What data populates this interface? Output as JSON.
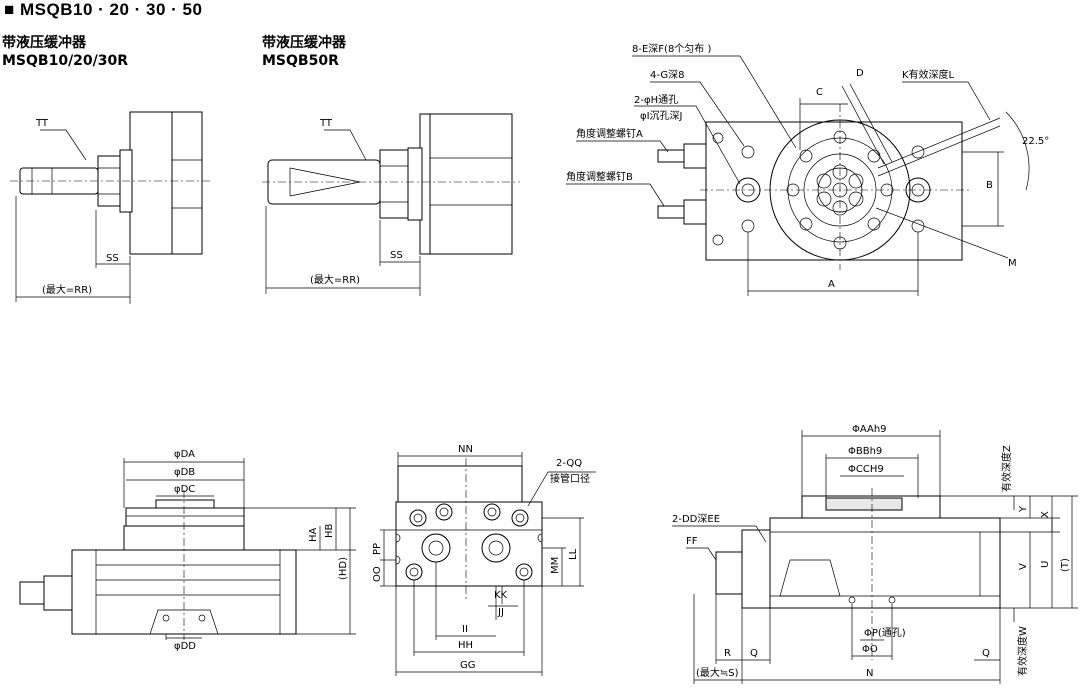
{
  "title": "■   MSQB10 · 20 · 30 · 50",
  "headers": {
    "left_cn": "带液压缓冲器",
    "left_model": "MSQB10/20/30R",
    "mid_cn": "带液压缓冲器",
    "mid_model": "MSQB50R"
  },
  "top_left": {
    "tt": "TT",
    "ss": "SS",
    "rr": "(最大=RR)"
  },
  "top_mid": {
    "tt": "TT",
    "ss": "SS",
    "rr": "(最大=RR)"
  },
  "top_right": {
    "e": "8-E深F(8个匀布 )",
    "g": "4-G深8",
    "h": "2-φH通孔",
    "i": "φI沉孔深J",
    "screw_a": "角度调整螺钉A",
    "screw_b": "角度调整螺钉B",
    "c": "C",
    "d": "D",
    "k": "K有效深度L",
    "angle": "22.5°",
    "b": "B",
    "a": "A",
    "m": "M"
  },
  "bottom_left": {
    "da": "φDA",
    "db": "φDB",
    "dc": "φDC",
    "dd": "φDD",
    "ha": "HA",
    "hb": "HB",
    "hd": "(HD)"
  },
  "bottom_mid": {
    "nn": "NN",
    "qq": "2-QQ",
    "port": "接管口径",
    "pp": "PP",
    "oo": "OO",
    "mm": "MM",
    "ll": "LL",
    "kk": "KK",
    "jj": "JJ",
    "ii": "II",
    "hh": "HH",
    "gg": "GG"
  },
  "bottom_right": {
    "aa": "ΦAAh9",
    "bb": "ΦBBh9",
    "cc": "ΦCCH9",
    "z": "有效深度Z",
    "dd": "2-DD深EE",
    "ff": "FF",
    "y": "Y",
    "x": "X",
    "v": "V",
    "u": "U",
    "t": "(T)",
    "w": "有效深度W",
    "p": "ΦP(通孔)",
    "o": "ΦO",
    "r": "R",
    "q1": "Q",
    "q2": "Q",
    "n": "N",
    "s": "(最大≒S)"
  }
}
